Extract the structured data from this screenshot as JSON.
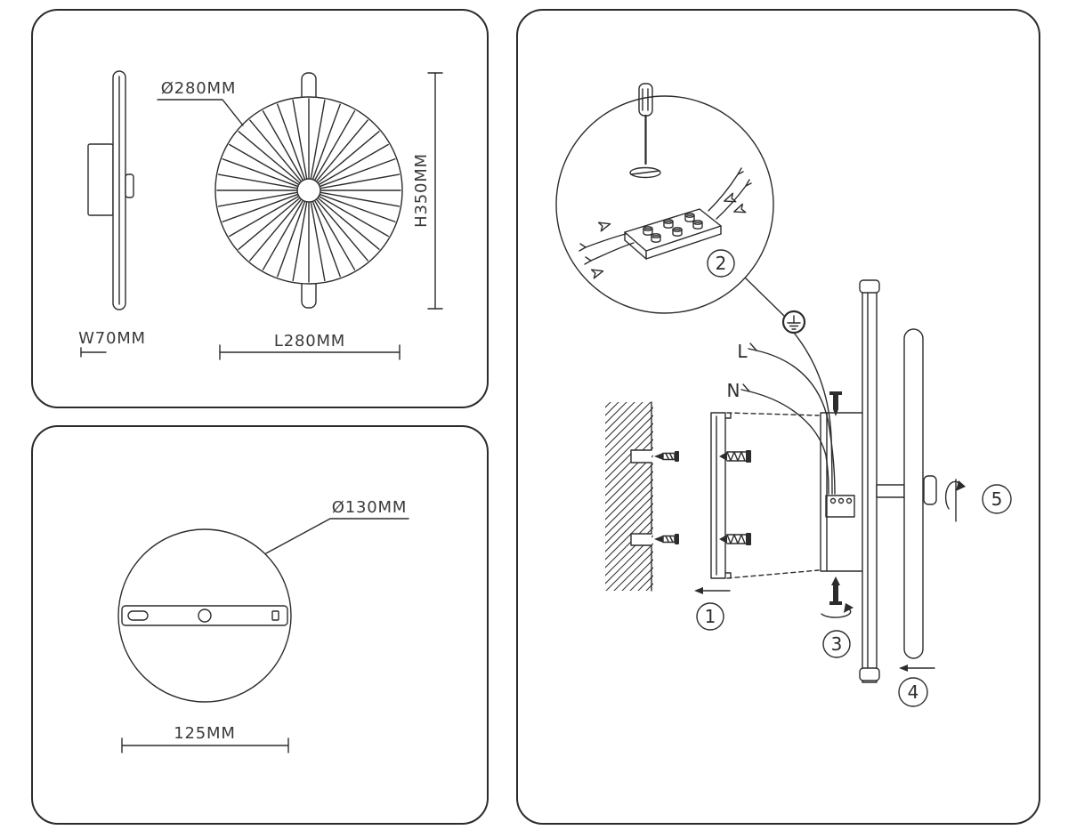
{
  "page": {
    "background": "#ffffff",
    "line_color": "#2c2c2c",
    "text_color": "#3a3a3a"
  },
  "panels": {
    "dimensions": {
      "front_diameter": "Ø280MM",
      "height": "H350MM",
      "side_width": "W70MM",
      "length": "L280MM"
    },
    "mounting_plate": {
      "diameter": "Ø130MM",
      "hole_spacing": "125MM"
    },
    "installation": {
      "wire_live": "L",
      "wire_neutral": "N",
      "steps": [
        {
          "number": "1"
        },
        {
          "number": "2"
        },
        {
          "number": "3"
        },
        {
          "number": "4"
        },
        {
          "number": "5"
        }
      ]
    }
  }
}
